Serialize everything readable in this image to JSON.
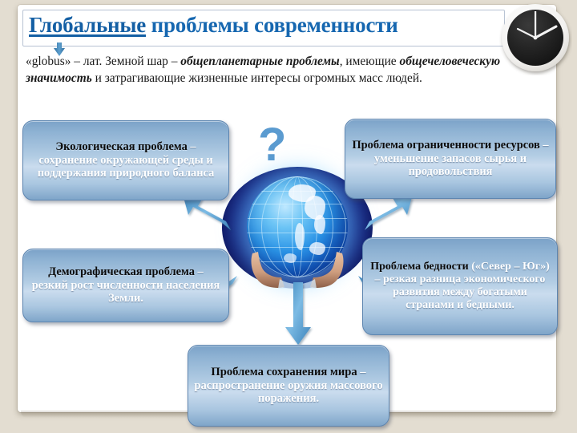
{
  "slide": {
    "title_highlight": "Глобальные",
    "title_rest": " проблемы современности",
    "lead_parts": {
      "p1": "«globus» – лат. Земной шар – ",
      "b1": "общепланетарные проблемы",
      "p2": ", имеющие ",
      "b2": "общечеловеческую значимость",
      "p3": " и затрагивающие жизненные интересы огромных масс людей."
    },
    "question_mark": "?"
  },
  "colors": {
    "background": "#e3ddd1",
    "card": "#ffffff",
    "title_blue": "#1667b0",
    "box_border": "#5d85b0",
    "box_fill_top": "#7ba2c8",
    "box_fill_mid": "#cadcee",
    "arrow_blue": "#5fa2d0",
    "question_blue": "#5b9bd0",
    "globe_navy": "#121f77",
    "globe_cyan": "#6cc4f5",
    "clock_face": "#1d1d1d",
    "clock_rim": "#f4f4f4"
  },
  "boxes": [
    {
      "id": "ecology",
      "key": "Экологическая проблема",
      "rest": " – сохранение окружающей среды и поддержания природного баланса"
    },
    {
      "id": "resources",
      "key": "Проблема ограниченности ресурсов",
      "rest": " – уменьшение запасов сырья и продовольствия"
    },
    {
      "id": "demography",
      "key": "Демографическая проблема",
      "rest": " – резкий рост численности населения Земли."
    },
    {
      "id": "poverty",
      "key": "Проблема бедности",
      "rest": " («Север – Юг») – резкая разница экономического развития между богатыми странами и бедными."
    },
    {
      "id": "peace",
      "key": "Проблема сохранения мира",
      "rest": " – распространение оружия массового поражения."
    }
  ],
  "icons": {
    "globe": "globe-in-hands-image",
    "clock": "wall-clock-icon",
    "title_arrow": "down-arrow-icon",
    "arrows": [
      "arrow-to-ecology",
      "arrow-to-resources",
      "arrow-to-demography",
      "arrow-to-poverty",
      "arrow-to-peace"
    ]
  }
}
